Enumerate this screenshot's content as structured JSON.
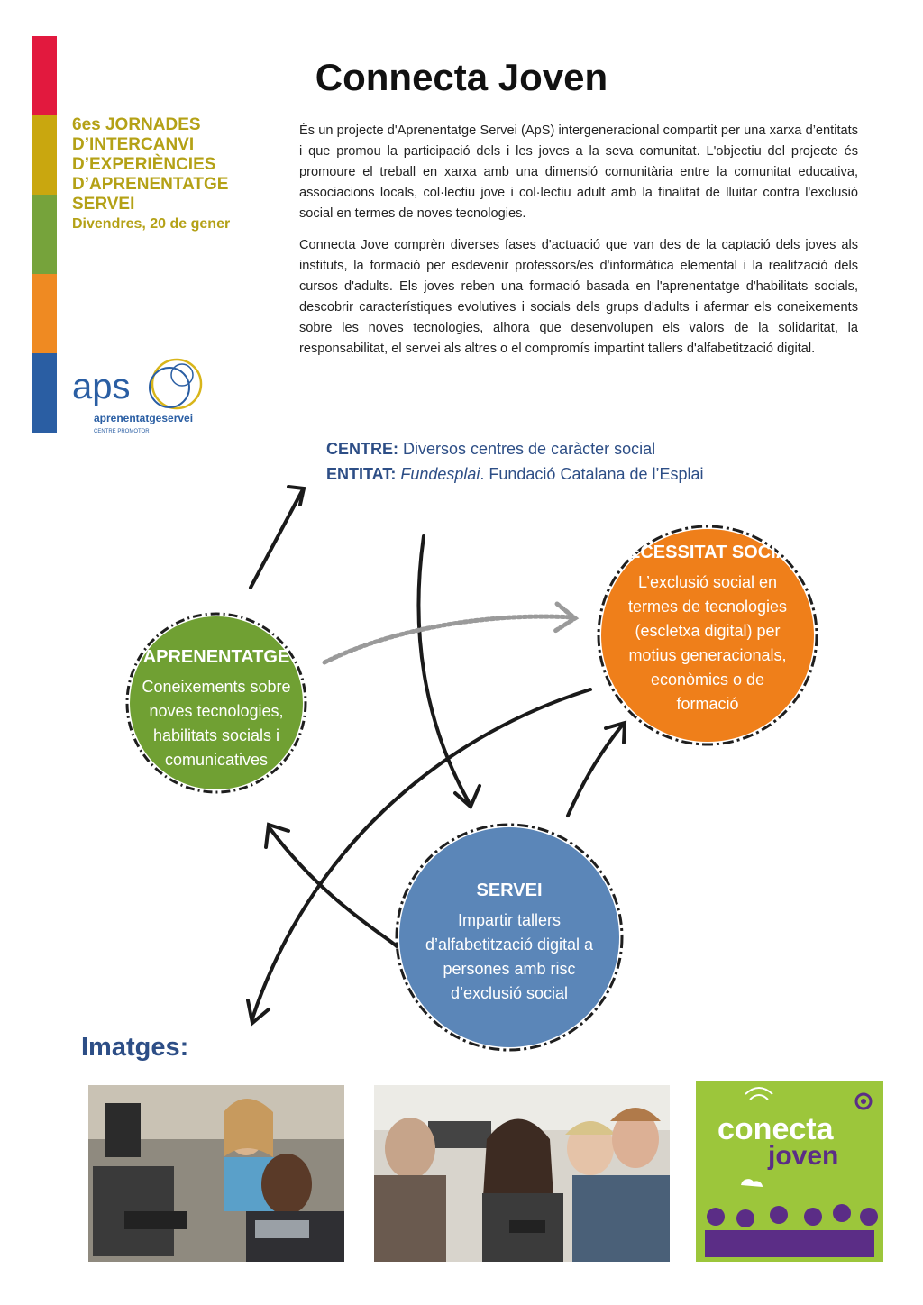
{
  "strip_colors": [
    "#e2193e",
    "#c9a70f",
    "#76a33b",
    "#ef8a22",
    "#2a5ea3"
  ],
  "event": {
    "line1": "6es JORNADES",
    "line2": "D’INTERCANVI",
    "line3": "D’EXPERIÈNCIES",
    "line4": "D’APRENENTATGE",
    "line5": "SERVEI",
    "date": "Divendres, 20 de gener"
  },
  "aps_logo": {
    "brand": "aps",
    "name": "aprenentatgeservei",
    "subtitle": "CENTRE PROMOTOR"
  },
  "title": "Connecta Joven",
  "paragraphs": {
    "p1": "És un projecte d'Aprenentatge Servei (ApS) intergeneracional compartit per una xarxa d’entitats i que promou la participació dels i les joves a la seva comunitat. L'objectiu del projecte és promoure el treball en xarxa amb una dimensió comunitària entre la comunitat educativa, associacions locals, col·lectiu jove i col·lectiu adult amb la finalitat de lluitar contra l'exclusió social en termes de noves tecnologies.",
    "p2": "Connecta Jove comprèn diverses fases d'actuació que van des de la captació dels joves als instituts, la formació per esdevenir professors/es d'informàtica elemental i la realització dels cursos d'adults. Els joves reben una formació basada en l'aprenentatge d'habilitats socials, descobrir característiques evolutives i socials dels grups d'adults i afermar els coneixements sobre les noves tecnologies, alhora que desenvolupen els valors de la solidaritat, la responsabilitat, el servei als altres o el compromís impartint tallers d'alfabetització digital."
  },
  "meta": {
    "centre_label": "CENTRE:",
    "centre_value": " Diversos centres de caràcter social",
    "entitat_label": "ENTITAT:",
    "entitat_italic": " Fundesplai",
    "entitat_rest": ". Fundació Catalana de l’Esplai"
  },
  "circles": {
    "aprenentatge": {
      "color": "#70a033",
      "title": "APRENENTATGE",
      "lines": [
        "Coneixements sobre",
        "noves tecnologies,",
        "habilitats socials i",
        "comunicatives"
      ]
    },
    "necessitat": {
      "color": "#ef7f1a",
      "title": "NECESSITAT SOCIAL",
      "lines": [
        "L’exclusió social en",
        "termes de tecnologies",
        "(escletxa digital) per",
        "motius generacionals,",
        "econòmics  o  de",
        "formació"
      ]
    },
    "servei": {
      "color": "#5b86b8",
      "title": "SERVEI",
      "lines": [
        "Impartir tallers",
        "d’alfabetització digital a",
        "persones amb risc",
        "d’exclusió social"
      ]
    }
  },
  "imatges_label": "Imatges:",
  "conecta_logo": {
    "word1": "conecta",
    "word2": "joven",
    "bg": "#9cc63b",
    "accent": "#5b2d86"
  }
}
